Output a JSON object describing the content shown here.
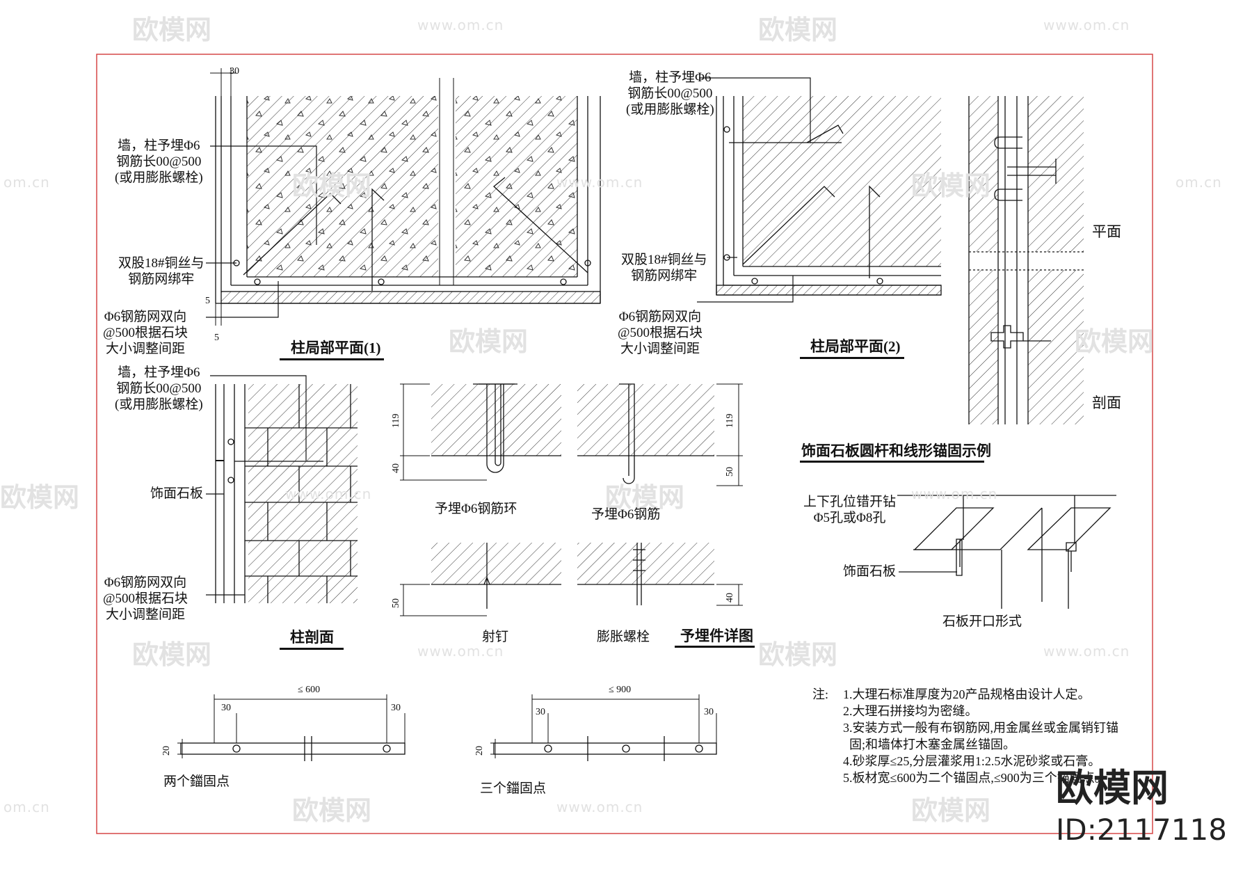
{
  "labels": {
    "l1": "墙，柱予埋Φ6\n钢筋长00@500\n(或用膨胀螺栓)",
    "l2": "双股18#铜丝与\n钢筋网绑牢",
    "l3": "Φ6钢筋网双向\n@500根据石块\n大小调整间距",
    "l4": "墙，柱予埋Φ6\n钢筋长00@500\n(或用膨胀螺栓)",
    "l5": "双股18#铜丝与\n钢筋网绑牢",
    "l6": "Φ6钢筋网双向\n@500根据石块\n大小调整间距",
    "l7": "墙，柱予埋Φ6\n钢筋长00@500\n(或用膨胀螺栓)",
    "l8": "饰面石板",
    "l9": "Φ6钢筋网双向\n@500根据石块\n大小调整间距",
    "l10": "上下孔位错开钻\nΦ5孔或Φ8孔",
    "l11": "饰面石板",
    "plan": "平面",
    "section": "剖面",
    "sub1": "予埋Φ6钢筋环",
    "sub2": "予埋Φ6钢筋",
    "sub3": "射钉",
    "sub4": "膨胀螺栓",
    "sub5": "石板开口形式",
    "two": "两个鍿固点",
    "three": "三个鍿固点"
  },
  "titles": {
    "t1": "柱局部平面(1)",
    "t2": "柱局部平面(2)",
    "t3": "柱剖面",
    "t4": "予埋件详图",
    "t5": "饰面石板圆杆和线形锚固示例"
  },
  "dims": {
    "d30": "30",
    "d5a": "5",
    "d5b": "5",
    "d119a": "119",
    "d40a": "40",
    "d119b": "119",
    "d50a": "50",
    "d50b": "50",
    "d40b": "40",
    "d600": "≤ 600",
    "d900": "≤ 900",
    "d30a": "30",
    "d30b": "30",
    "d30c": "30",
    "d30d": "30",
    "d20a": "20",
    "d20b": "20"
  },
  "notes": {
    "label": "注:",
    "items": [
      "1.大理石标准厚度为20产品规格由设计人定。",
      "2.大理石拼接均为密缝。",
      "3.安装方式一般有布钢筋网,用金属丝或金属销钉锚\n  固;和墙体打木塞金属丝锚固。",
      "4.砂浆厚≤25,分层灌浆用1:2.5水泥砂浆或石膏。",
      "5.板材宽≤600为二个锚固点,≤900为三个锚固点。"
    ]
  },
  "watermark": {
    "brand": "欧模网",
    "url": "www.om.cn",
    "url_short": "om.cn"
  },
  "brand": {
    "name": "欧模网",
    "id": "ID:2117118"
  },
  "colors": {
    "frame": "#d33a3a",
    "ink": "#111111",
    "hatch": "#222222"
  }
}
